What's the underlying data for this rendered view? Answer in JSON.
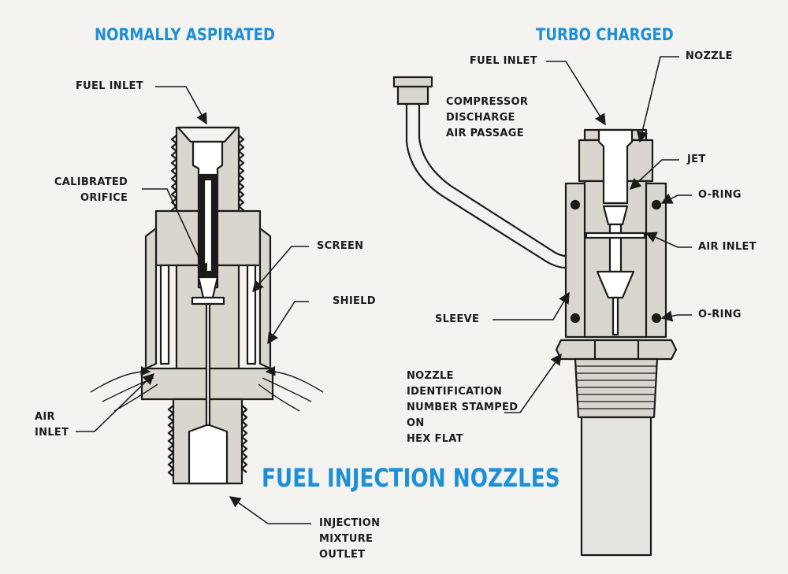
{
  "titles": {
    "left": "NORMALLY ASPIRATED",
    "right": "TURBO CHARGED",
    "main": "FUEL INJECTION NOZZLES"
  },
  "left_labels": {
    "fuel_inlet": "FUEL INLET",
    "calibrated_orifice": [
      "CALIBRATED",
      "ORIFICE"
    ],
    "screen": "SCREEN",
    "shield": "SHIELD",
    "air_inlet": [
      "AIR",
      "INLET"
    ],
    "injection_outlet": [
      "INJECTION",
      "MIXTURE",
      "OUTLET"
    ]
  },
  "right_labels": {
    "fuel_inlet": "FUEL INLET",
    "nozzle": "NOZZLE",
    "compressor_passage": [
      "COMPRESSOR",
      "DISCHARGE",
      "AIR PASSAGE"
    ],
    "jet": "JET",
    "o_ring_upper": "O-RING",
    "air_inlet": "AIR INLET",
    "sleeve": "SLEEVE",
    "o_ring_lower": "O-RING",
    "hex_flat_note": [
      "NOZZLE",
      "IDENTIFICATION",
      "NUMBER STAMPED",
      "ON",
      "HEX FLAT"
    ]
  },
  "colors": {
    "title_blue": "#1d8fd6",
    "metal_fill": "#d9d6cf",
    "line": "#1b1b1b"
  }
}
